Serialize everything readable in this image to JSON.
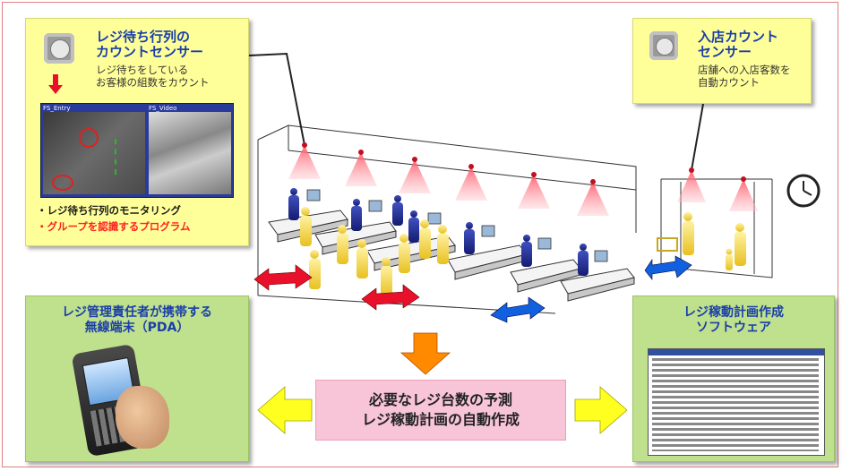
{
  "queue_sensor": {
    "title_line1": "レジ待ち行列の",
    "title_line2": "カウントセンサー",
    "desc_line1": "レジ待ちをしている",
    "desc_line2": "お客様の組数をカウント",
    "bullet1": "・レジ待ち行列のモニタリング",
    "bullet2": "・グループを認識するプログラム",
    "bullet2_color": "#ff2020",
    "monitor_left_label": "FS_Entry",
    "monitor_right_label": "FS_Video"
  },
  "entry_sensor": {
    "title_line1": "入店カウント",
    "title_line2": "センサー",
    "desc_line1": "店舗への入店客数を",
    "desc_line2": "自動カウント"
  },
  "pda_box": {
    "title_line1": "レジ管理責任者が携帯する",
    "title_line2": "無線端末（PDA）"
  },
  "software_box": {
    "title_line1": "レジ稼動計画作成",
    "title_line2": "ソフトウェア"
  },
  "center_box": {
    "line1": "必要なレジ台数の予測",
    "line2": "レジ稼動計画の自動作成"
  },
  "colors": {
    "accent_blue": "#1a3fa8",
    "arrow_red": "#e8102a",
    "arrow_blue": "#1060e0",
    "arrow_orange": "#ff8a00",
    "arrow_yellow": "#ffff20",
    "sensor_beam": "#ff6070",
    "shopper_yellow": "#f5d84a",
    "staff_navy": "#1c2a8a"
  }
}
